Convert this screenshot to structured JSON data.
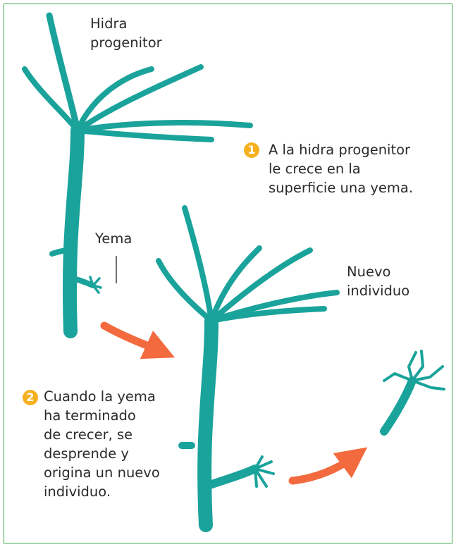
{
  "labels": {
    "parent": [
      "Hidra",
      "progenitor"
    ],
    "bud": "Yema",
    "new_individual": [
      "Nuevo",
      "individuo"
    ]
  },
  "steps": [
    {
      "number": "1",
      "lines": [
        "A la hidra progenitor",
        "le crece en la",
        "superficie una yema."
      ]
    },
    {
      "number": "2",
      "lines": [
        "Cuando la yema",
        "ha terminado",
        "de crecer, se",
        "desprende y",
        "origina un nuevo",
        "individuo."
      ]
    }
  ],
  "colors": {
    "border": "#3fa64a",
    "hydra_body": "#1aa39b",
    "hydra_dark": "#0f7f79",
    "arrow": "#f26a3d",
    "badge_bg": "#f5b120",
    "badge_fg": "#ffffff"
  },
  "icons": {
    "badge_shape": "circle"
  }
}
